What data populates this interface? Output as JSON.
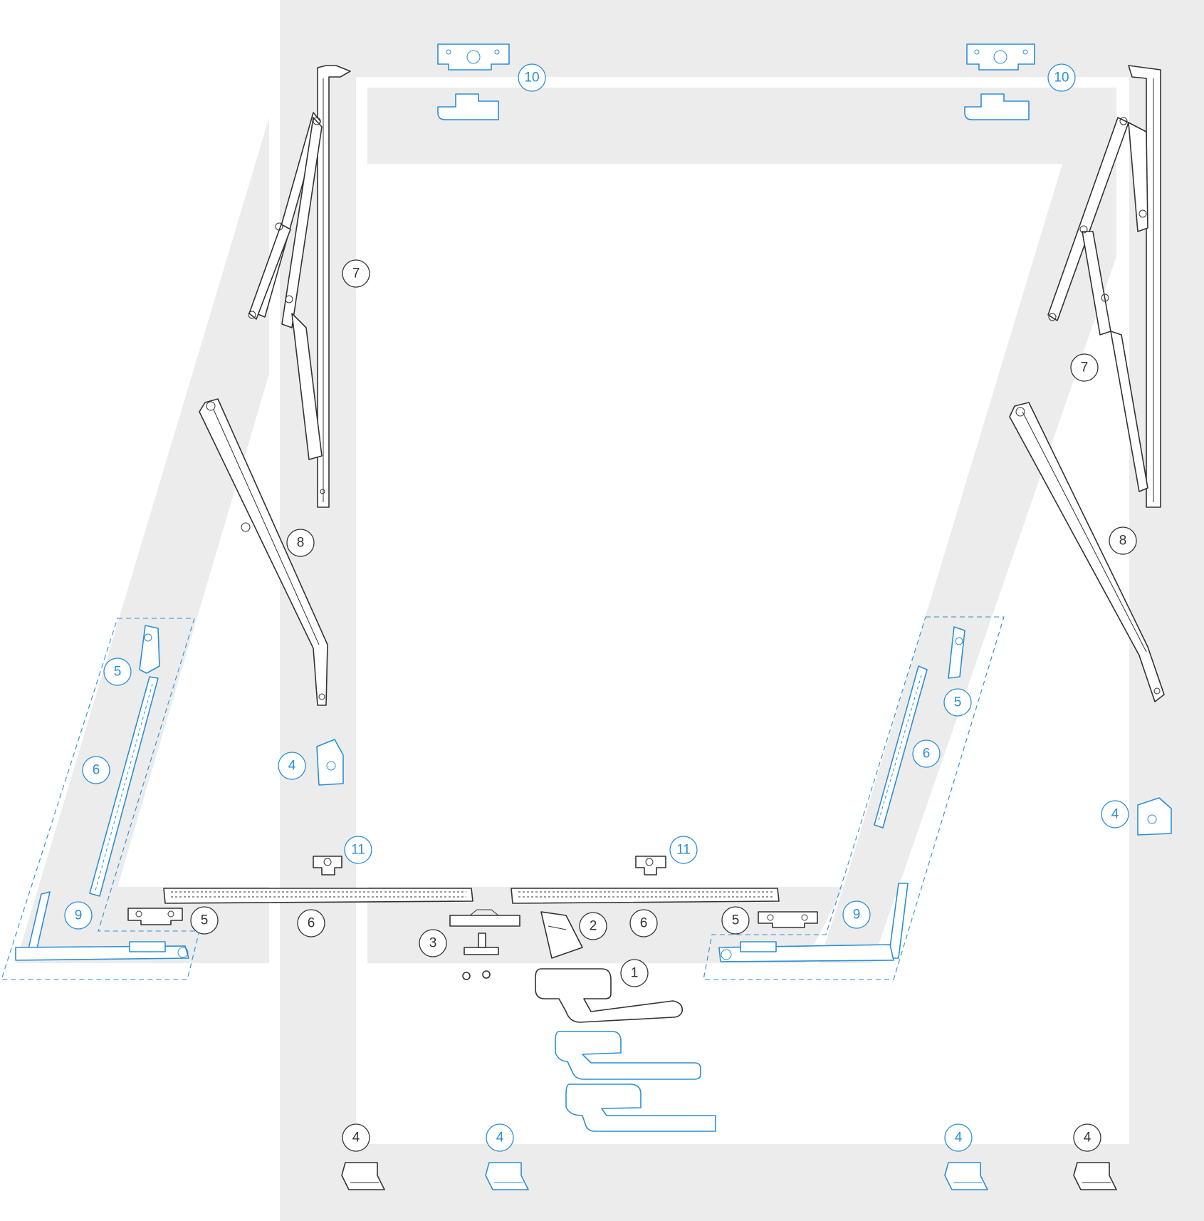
{
  "colors": {
    "accent": "#2a8fd6",
    "dark": "#333333",
    "frame": "#ececec",
    "background": "#ffffff"
  },
  "callouts": [
    {
      "id": "c10a",
      "label": "10",
      "tone": "accent"
    },
    {
      "id": "c10b",
      "label": "10",
      "tone": "accent"
    },
    {
      "id": "c7a",
      "label": "7",
      "tone": "dark"
    },
    {
      "id": "c7b",
      "label": "7",
      "tone": "dark"
    },
    {
      "id": "c8a",
      "label": "8",
      "tone": "dark"
    },
    {
      "id": "c8b",
      "label": "8",
      "tone": "dark"
    },
    {
      "id": "c5a",
      "label": "5",
      "tone": "accent"
    },
    {
      "id": "c5b",
      "label": "5",
      "tone": "accent"
    },
    {
      "id": "c6a",
      "label": "6",
      "tone": "accent"
    },
    {
      "id": "c6b",
      "label": "6",
      "tone": "accent"
    },
    {
      "id": "c4a",
      "label": "4",
      "tone": "accent"
    },
    {
      "id": "c4b",
      "label": "4",
      "tone": "accent"
    },
    {
      "id": "c11a",
      "label": "11",
      "tone": "accent"
    },
    {
      "id": "c11b",
      "label": "11",
      "tone": "accent"
    },
    {
      "id": "c9a",
      "label": "9",
      "tone": "accent"
    },
    {
      "id": "c9b",
      "label": "9",
      "tone": "accent"
    },
    {
      "id": "c5c",
      "label": "5",
      "tone": "dark"
    },
    {
      "id": "c6c",
      "label": "6",
      "tone": "dark"
    },
    {
      "id": "c3",
      "label": "3",
      "tone": "dark"
    },
    {
      "id": "c2",
      "label": "2",
      "tone": "dark"
    },
    {
      "id": "c6d",
      "label": "6",
      "tone": "dark"
    },
    {
      "id": "c5d",
      "label": "5",
      "tone": "dark"
    },
    {
      "id": "c1",
      "label": "1",
      "tone": "dark"
    },
    {
      "id": "c4c",
      "label": "4",
      "tone": "dark"
    },
    {
      "id": "c4d",
      "label": "4",
      "tone": "accent"
    },
    {
      "id": "c4e",
      "label": "4",
      "tone": "accent"
    },
    {
      "id": "c4f",
      "label": "4",
      "tone": "dark"
    }
  ]
}
